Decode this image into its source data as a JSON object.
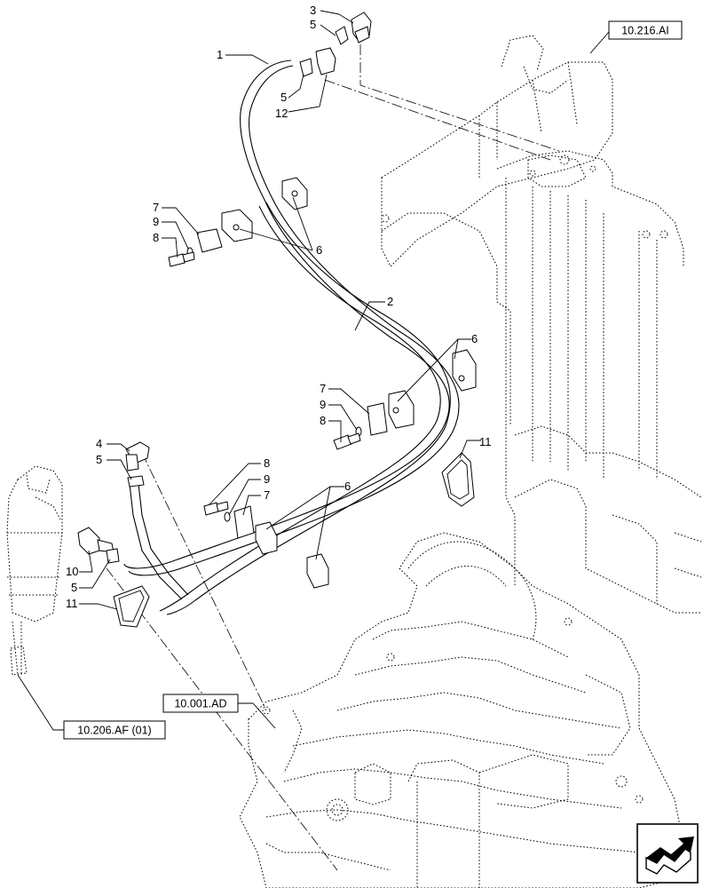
{
  "callouts": {
    "c3": "3",
    "c5a": "5",
    "c1": "1",
    "c5b": "5",
    "c12": "12",
    "c7a": "7",
    "c9a": "9",
    "c8a": "8",
    "c6a": "6",
    "c2": "2",
    "c6b": "6",
    "c7b": "7",
    "c9b": "9",
    "c8b": "8",
    "c4": "4",
    "c5c": "5",
    "c8c": "8",
    "c9c": "9",
    "c7c": "7",
    "c6c": "6",
    "c11a": "11",
    "c10": "10",
    "c5d": "5",
    "c11b": "11"
  },
  "references": {
    "tank": "10.216.AI",
    "engine": "10.001.AD",
    "filter": "10.206.AF (01)"
  },
  "icons": {
    "nav": "arrow-next-icon"
  }
}
